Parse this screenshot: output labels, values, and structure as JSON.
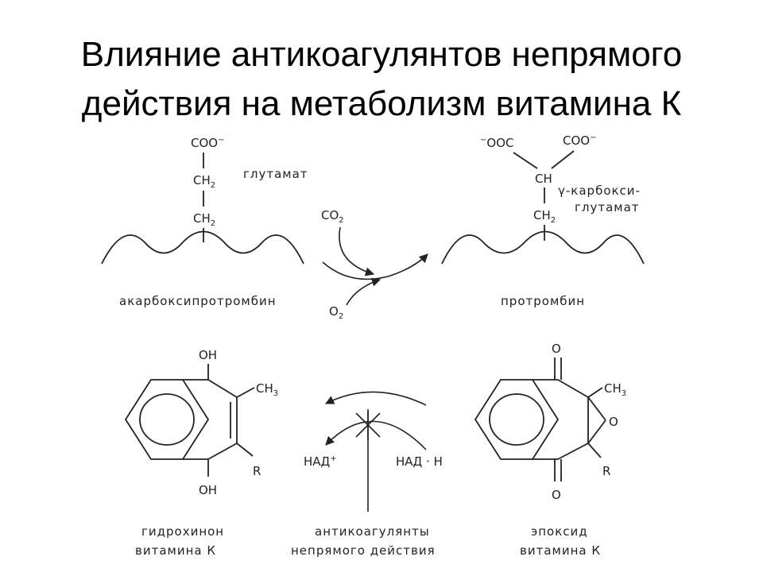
{
  "title": {
    "line1": "Влияние антикоагулянтов непрямого",
    "line2": "действия на метаболизм витамина К"
  },
  "top_left": {
    "coo": "COO",
    "coo_charge": "−",
    "ch2_a": "CH",
    "ch2_a_sub": "2",
    "ch2_b": "CH",
    "ch2_b_sub": "2",
    "residue_label": "глутамат",
    "protein_label": "акарбоксипротромбин"
  },
  "reaction": {
    "co2": "CO",
    "co2_sub": "2",
    "o2": "O",
    "o2_sub": "2"
  },
  "top_right": {
    "left_coo_charge": "−",
    "left_coo": "OOC",
    "right_coo": "COO",
    "right_coo_charge": "−",
    "ch": "CH",
    "ch2": "CH",
    "ch2_sub": "2",
    "residue_label_line1": "γ-карбокси-",
    "residue_label_line2": "глутамат",
    "protein_label": "протромбин"
  },
  "hydroquinone": {
    "oh_top": "OH",
    "oh_bottom": "OH",
    "ch3": "CH",
    "ch3_sub": "3",
    "r": "R",
    "label_line1": "гидрохинон",
    "label_line2": "витамина К"
  },
  "middle": {
    "nad_plus": "НАД",
    "nad_plus_sup": "+",
    "nadh": "НАД · Н",
    "label_line1": "антикоагулянты",
    "label_line2": "непрямого действия"
  },
  "epoxide": {
    "o_top": "O",
    "o_bottom": "O",
    "ch3": "CH",
    "ch3_sub": "3",
    "r": "R",
    "label_line1": "эпоксид",
    "label_line2": "витамина К"
  }
}
